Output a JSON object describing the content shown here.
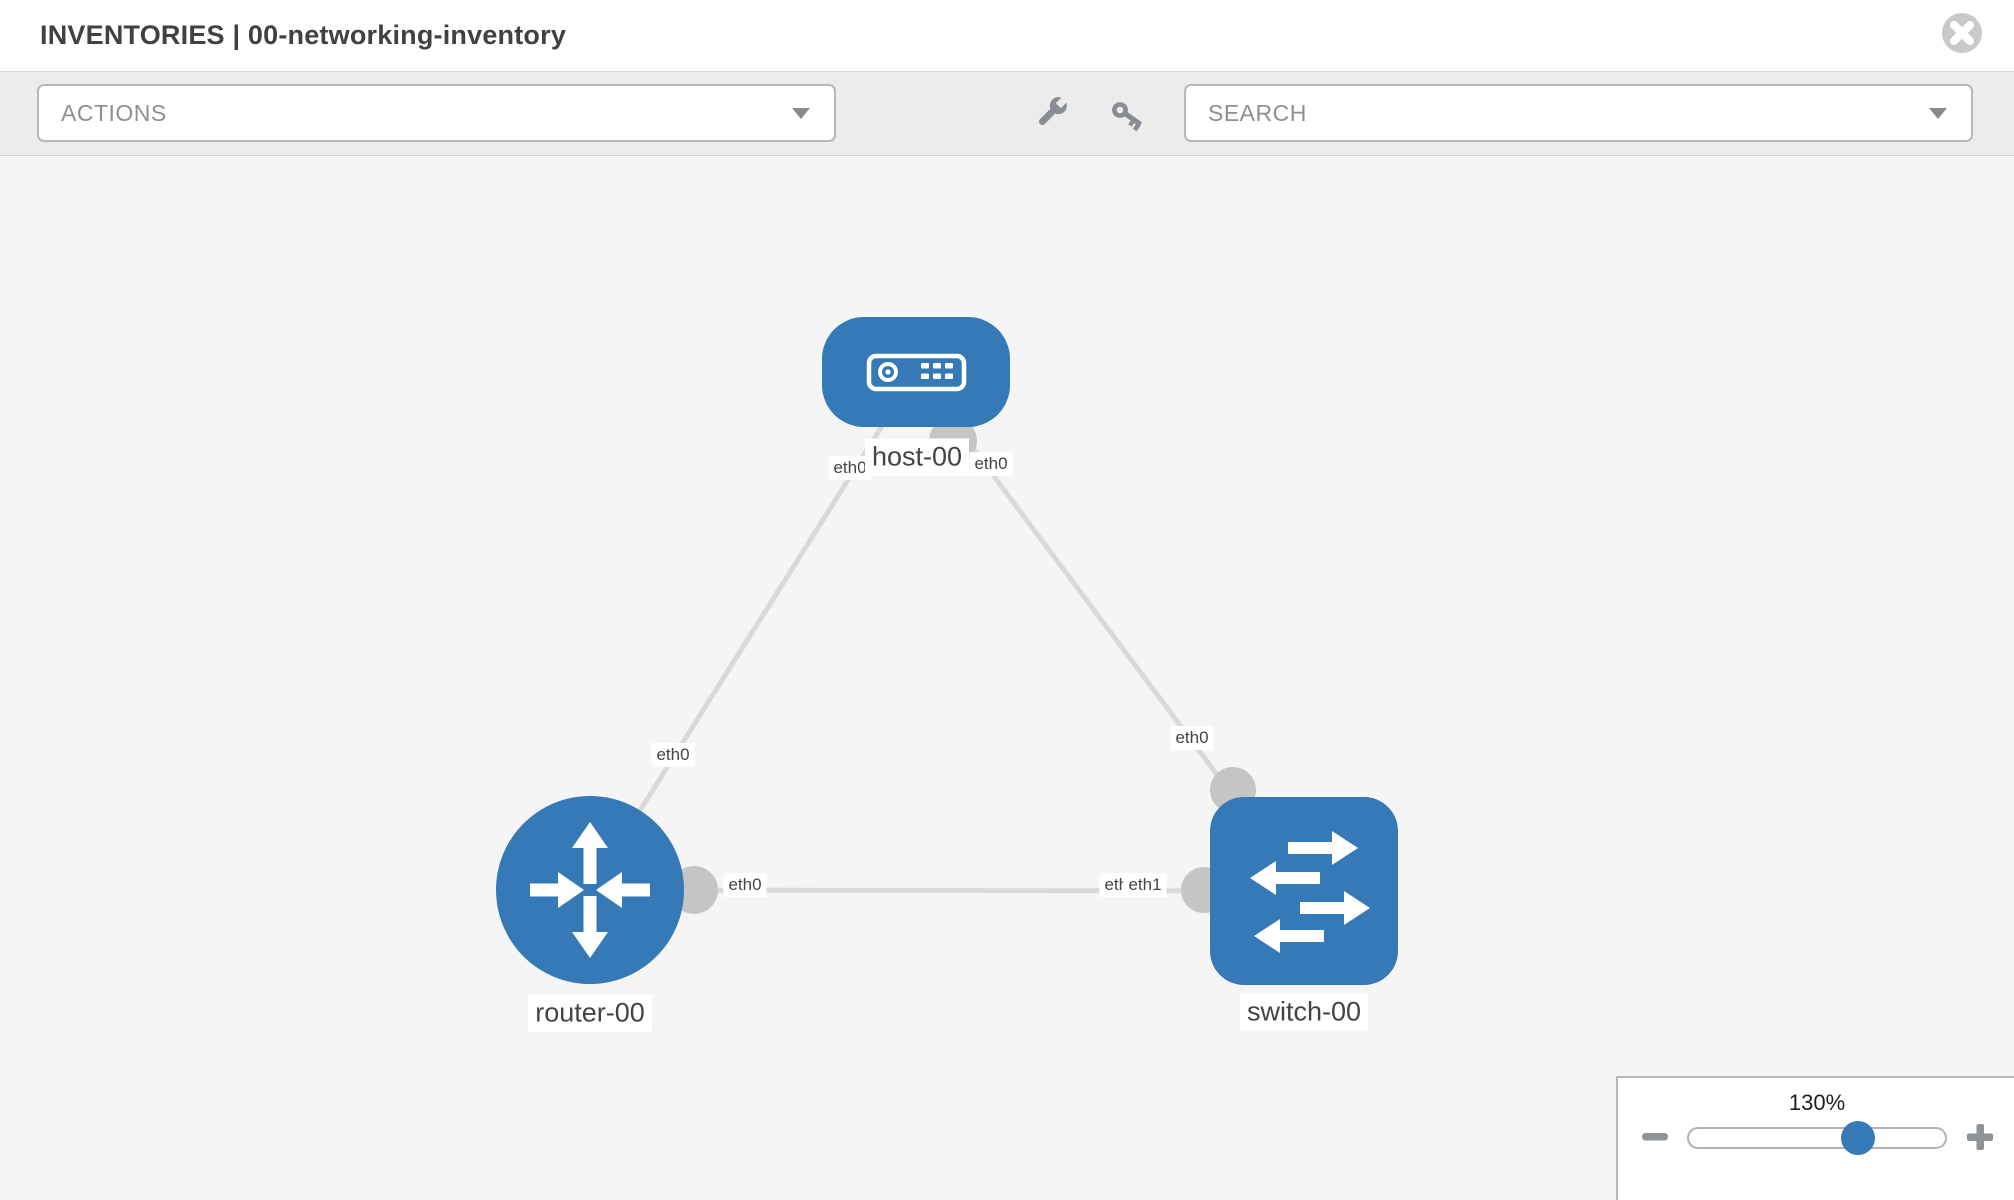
{
  "header": {
    "title": "INVENTORIES | 00-networking-inventory",
    "close_icon": "close-icon"
  },
  "toolbar": {
    "actions_dropdown": {
      "label": "ACTIONS",
      "caret_icon": "chevron-down-icon"
    },
    "search_dropdown": {
      "label": "SEARCH",
      "caret_icon": "chevron-down-icon"
    },
    "tools": [
      {
        "icon": "wrench-icon"
      },
      {
        "icon": "key-icon"
      }
    ]
  },
  "topology": {
    "nodes": [
      {
        "label": "host-00",
        "type": "host",
        "icon": "host-device-icon"
      },
      {
        "label": "router-00",
        "type": "router",
        "icon": "router-icon"
      },
      {
        "label": "switch-00",
        "type": "switch",
        "icon": "switch-icon"
      }
    ],
    "links": [
      {
        "from": "host-00",
        "to": "router-00",
        "from_interface": "eth0",
        "to_interface": "eth0"
      },
      {
        "from": "host-00",
        "to": "switch-00",
        "from_interface": "eth0",
        "to_interface": "eth0"
      },
      {
        "from": "router-00",
        "to": "switch-00",
        "from_interface": "eth0",
        "to_interface": "eth1",
        "overlapped_interface_label": "eth1"
      }
    ]
  },
  "zoom_control": {
    "value_label": "130%",
    "minus_icon": "minus-icon",
    "plus_icon": "plus-icon"
  },
  "colors": {
    "node_fill": "#3579b6",
    "link_stroke": "#d9d9d9",
    "port_fill": "#c5c5c5",
    "toolbar_bg": "#ececec",
    "icon_gray": "#878d92"
  }
}
